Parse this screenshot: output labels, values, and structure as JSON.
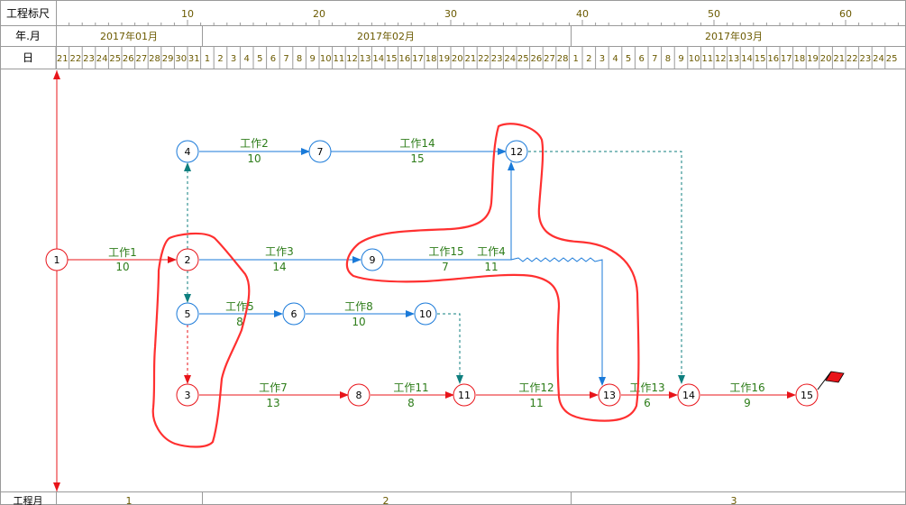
{
  "header": {
    "ruler_label": "工程标尺",
    "month_label": "年.月",
    "day_label": "日",
    "ruler_ticks": [
      "10",
      "20",
      "30",
      "40",
      "50",
      "60"
    ],
    "months": [
      "2017年01月",
      "2017年02月",
      "2017年03月"
    ],
    "days": [
      "21",
      "22",
      "23",
      "24",
      "25",
      "26",
      "27",
      "28",
      "29",
      "30",
      "31",
      "1",
      "2",
      "3",
      "4",
      "5",
      "6",
      "7",
      "8",
      "9",
      "10",
      "11",
      "12",
      "13",
      "14",
      "15",
      "16",
      "17",
      "18",
      "19",
      "20",
      "21",
      "22",
      "23",
      "24",
      "25",
      "26",
      "27",
      "28",
      "1",
      "2",
      "3",
      "4",
      "5",
      "6",
      "7",
      "8",
      "9",
      "10",
      "11",
      "12",
      "13",
      "14",
      "15",
      "16",
      "17",
      "18",
      "19",
      "20",
      "21",
      "22",
      "23",
      "24",
      "25"
    ]
  },
  "footer": {
    "label": "工程月",
    "months": [
      "1",
      "2",
      "3"
    ]
  },
  "colors": {
    "critical": "#e8141a",
    "normal": "#1a7ad9",
    "dummy": "#0f7f7f",
    "grid": "#9a9a9a",
    "label": "#2e7d1a",
    "text": "#6b5a00",
    "markup": "#ff3030"
  },
  "nodes": [
    "1",
    "2",
    "3",
    "4",
    "5",
    "6",
    "7",
    "8",
    "9",
    "10",
    "11",
    "12",
    "13",
    "14",
    "15"
  ],
  "activities": [
    {
      "name": "工作1",
      "duration": "10"
    },
    {
      "name": "工作2",
      "duration": "10"
    },
    {
      "name": "工作14",
      "duration": "15"
    },
    {
      "name": "工作3",
      "duration": "14"
    },
    {
      "name": "工作15",
      "duration": "7"
    },
    {
      "name": "工作4",
      "duration": "11"
    },
    {
      "name": "工作5",
      "duration": "8"
    },
    {
      "name": "工作8",
      "duration": "10"
    },
    {
      "name": "工作7",
      "duration": "13"
    },
    {
      "name": "工作11",
      "duration": "8"
    },
    {
      "name": "工作12",
      "duration": "11"
    },
    {
      "name": "工作13",
      "duration": "6"
    },
    {
      "name": "工作16",
      "duration": "9"
    }
  ]
}
